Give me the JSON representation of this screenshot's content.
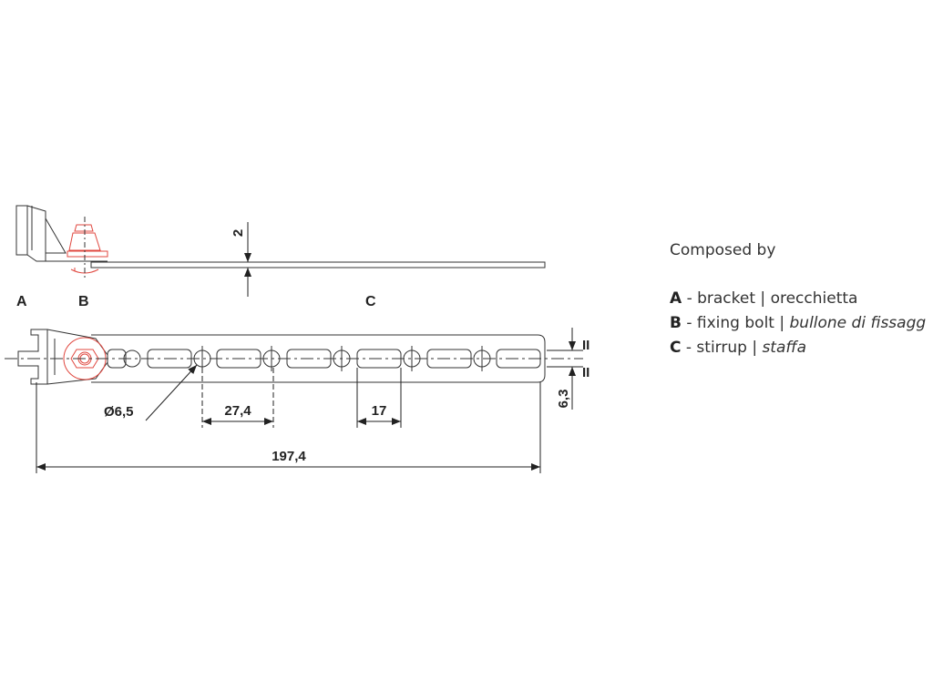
{
  "legend": {
    "title": "Composed by",
    "items": [
      {
        "key": "A",
        "text": " - bracket | ",
        "it": "orecchietta",
        "italic": false
      },
      {
        "key": "B",
        "text": " - fixing bolt | ",
        "it": "bullone di fissagg",
        "italic": true
      },
      {
        "key": "C",
        "text": " - stirrup | ",
        "it": "staffa",
        "italic": true
      }
    ]
  },
  "labels": {
    "a": "A",
    "b": "B",
    "c": "C"
  },
  "dimensions": {
    "thickness": "2",
    "hole_diameter": "Ø6,5",
    "pitch": "27,4",
    "slot_length": "17",
    "total_length": "197,4",
    "width": "6,3",
    "tolerance_mark": "II"
  },
  "colors": {
    "line": "#333333",
    "bolt": "#e0473f"
  }
}
